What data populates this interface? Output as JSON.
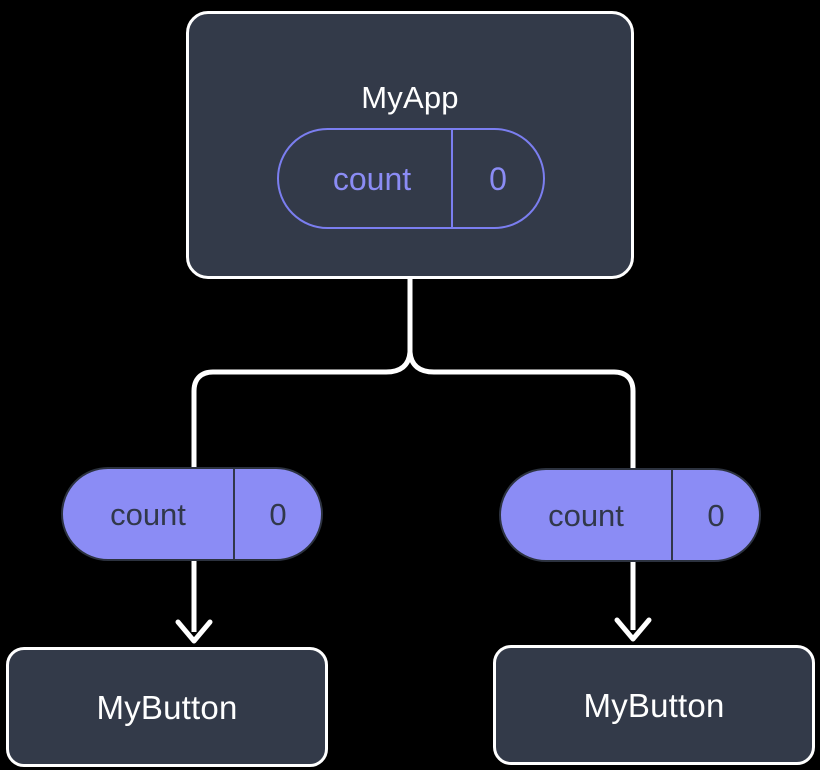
{
  "diagram": {
    "type": "component-state-tree",
    "background_color": "#000000",
    "accent_color": "#8b8cf5",
    "card_color": "#333a49",
    "edge_color": "#ffffff",
    "root": {
      "label": "MyApp",
      "state": {
        "key": "count",
        "value": "0"
      }
    },
    "children": [
      {
        "state": {
          "key": "count",
          "value": "0"
        },
        "label": "MyButton"
      },
      {
        "state": {
          "key": "count",
          "value": "0"
        },
        "label": "MyButton"
      }
    ]
  }
}
